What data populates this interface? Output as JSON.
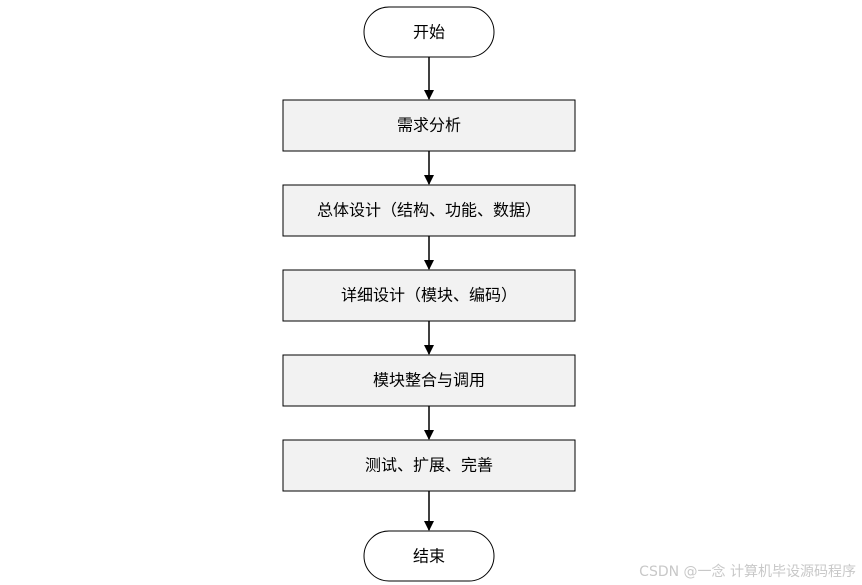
{
  "flowchart": {
    "start_label": "开始",
    "end_label": "结束",
    "steps": [
      {
        "label": "需求分析"
      },
      {
        "label": "总体设计（结构、功能、数据）"
      },
      {
        "label": "详细设计（模块、编码）"
      },
      {
        "label": "模块整合与调用"
      },
      {
        "label": "测试、扩展、完善"
      }
    ]
  },
  "watermark": "CSDN @一念 计算机毕设源码程序",
  "colors": {
    "step_fill": "#f2f2f2",
    "terminal_fill": "#ffffff",
    "stroke": "#000000"
  }
}
